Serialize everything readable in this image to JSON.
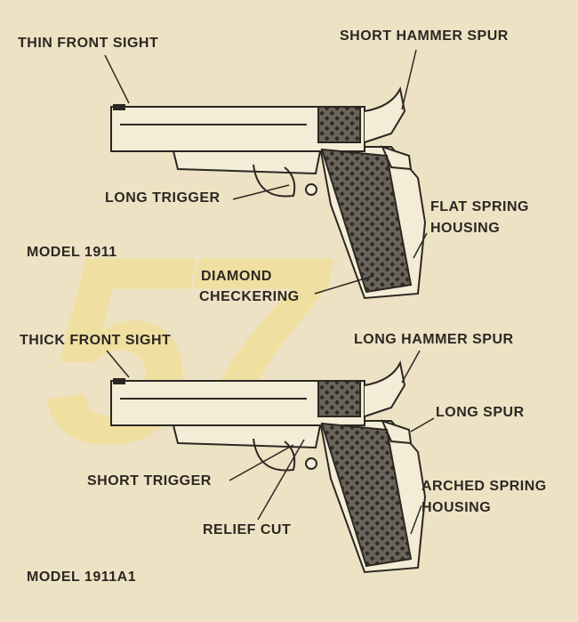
{
  "watermark": "57",
  "model_1911": {
    "title": "MODEL 1911",
    "labels": {
      "front_sight": "THIN FRONT SIGHT",
      "hammer": "SHORT HAMMER SPUR",
      "trigger": "LONG TRIGGER",
      "housing_1": "FLAT SPRING",
      "housing_2": "HOUSING",
      "checkering_1": "DIAMOND",
      "checkering_2": "CHECKERING"
    }
  },
  "model_1911a1": {
    "title": "MODEL 1911A1",
    "labels": {
      "front_sight": "THICK FRONT SIGHT",
      "hammer": "LONG HAMMER SPUR",
      "spur": "LONG SPUR",
      "trigger": "SHORT TRIGGER",
      "housing_1": "ARCHED SPRING",
      "housing_2": "HOUSING",
      "relief": "RELIEF CUT"
    }
  }
}
